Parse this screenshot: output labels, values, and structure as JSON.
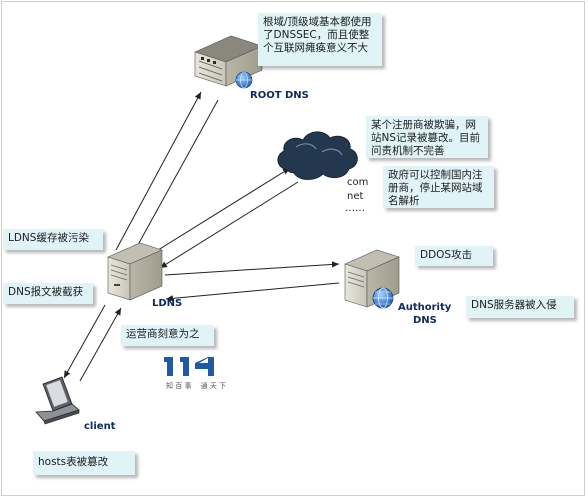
{
  "colors": {
    "note_bg": "#e0f4f8",
    "label": "#0c2a5e",
    "arrow": "#222222",
    "cloud": "#233a52",
    "logo_blue": "#1f5aa6"
  },
  "nodes": {
    "root": {
      "label": "ROOT DNS",
      "icon": "root-server-icon"
    },
    "ldns": {
      "label": "LDNS",
      "icon": "ldns-server-icon"
    },
    "authority": {
      "label_line1": "Authority",
      "label_line2": "DNS",
      "icon": "authority-server-icon"
    },
    "client": {
      "label": "client",
      "icon": "laptop-icon"
    },
    "cloud": {
      "line1": "com",
      "line2": "net",
      "line3": "……",
      "icon": "cloud-icon"
    }
  },
  "notes": {
    "root_dnssec": "根域/顶级域基本都使用了DNSSEC，而且使整个互联网瘫痪意义不大",
    "registrar": "某个注册商被欺骗，网站NS记录被篡改。目前问责机制不完善",
    "government": "政府可以控制国内注册商，停止某网站域名解析",
    "ldns_cache": "LDNS缓存被污染",
    "dns_hijack": "DNS报文被截获",
    "ddos": "DDOS攻击",
    "server_intrusion": "DNS服务器被入侵",
    "isp": "运营商刻意为之",
    "hosts": "hosts表被篡改"
  },
  "logo": {
    "number": "114",
    "caption": "知 百 事　 通 天 下"
  }
}
